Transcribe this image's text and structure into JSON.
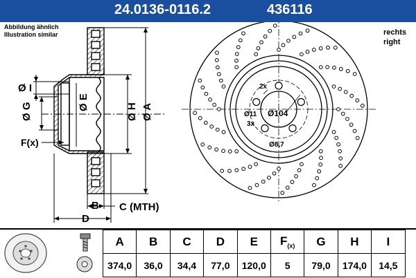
{
  "header": {
    "part_number": "24.0136-0116.2",
    "ref_number": "436116"
  },
  "note": {
    "line1": "Abbildung ähnlich",
    "line2": "Illustration similar"
  },
  "side": {
    "line1": "rechts",
    "line2": "right"
  },
  "drawing": {
    "dim_I": "Ø I",
    "dim_G": "Ø G",
    "dim_E": "Ø E",
    "dim_H": "Ø H",
    "dim_A": "Ø A",
    "dim_F": "F(x)",
    "dim_B": "B",
    "dim_C": "C (MTH)",
    "dim_D": "D",
    "pcd": "Ø104",
    "hole1": "Ø11",
    "hole2": "Ø8,7",
    "count1": "2x",
    "count2": "3x"
  },
  "table": {
    "headers": [
      "A",
      "B",
      "C",
      "D",
      "E",
      "F",
      "G",
      "H",
      "I"
    ],
    "f_sub": "(x)",
    "values": [
      "374,0",
      "36,0",
      "34,4",
      "77,0",
      "120,0",
      "5",
      "79,0",
      "174,0",
      "14,5"
    ]
  }
}
